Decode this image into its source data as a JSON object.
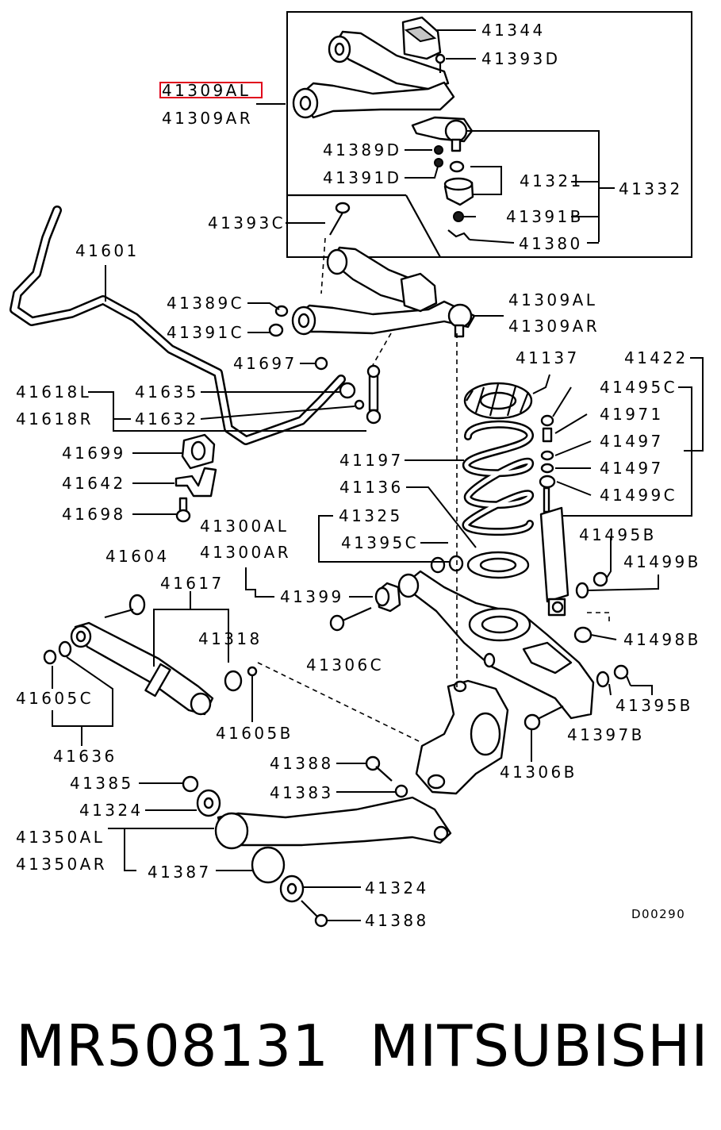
{
  "diagram": {
    "drawing_code": "D00290",
    "highlight_color": "#e0001b",
    "labels": {
      "l41344": "41344",
      "l41393D": "41393D",
      "l41309AL_top": "41309AL",
      "l41309AR_top": "41309AR",
      "l41389D": "41389D",
      "l41391D": "41391D",
      "l41321": "41321",
      "l41332": "41332",
      "l41391B": "41391B",
      "l41380": "41380",
      "l41393C": "41393C",
      "l41601": "41601",
      "l41389C": "41389C",
      "l41391C": "41391C",
      "l41309AL_mid": "41309AL",
      "l41309AR_mid": "41309AR",
      "l41697": "41697",
      "l41137": "41137",
      "l41422": "41422",
      "l41618L": "41618L",
      "l41618R": "41618R",
      "l41635": "41635",
      "l41632": "41632",
      "l41495C": "41495C",
      "l41971": "41971",
      "l41497a": "41497",
      "l41497b": "41497",
      "l41499C": "41499C",
      "l41699": "41699",
      "l41197": "41197",
      "l41642": "41642",
      "l41136": "41136",
      "l41698": "41698",
      "l41300AL": "41300AL",
      "l41300AR": "41300AR",
      "l41325": "41325",
      "l41395C": "41395C",
      "l41495B": "41495B",
      "l41499B": "41499B",
      "l41604": "41604",
      "l41617": "41617",
      "l41399": "41399",
      "l41318": "41318",
      "l41306C": "41306C",
      "l41498B": "41498B",
      "l41605C": "41605C",
      "l41605B": "41605B",
      "l41395B": "41395B",
      "l41397B": "41397B",
      "l41636": "41636",
      "l41388_mid": "41388",
      "l41306B": "41306B",
      "l41385": "41385",
      "l41383": "41383",
      "l41324_top": "41324",
      "l41350AL": "41350AL",
      "l41350AR": "41350AR",
      "l41387": "41387",
      "l41324_bot": "41324",
      "l41388_bot": "41388"
    }
  },
  "footer": {
    "part_number": "MR508131",
    "brand": "MITSUBISHI"
  }
}
